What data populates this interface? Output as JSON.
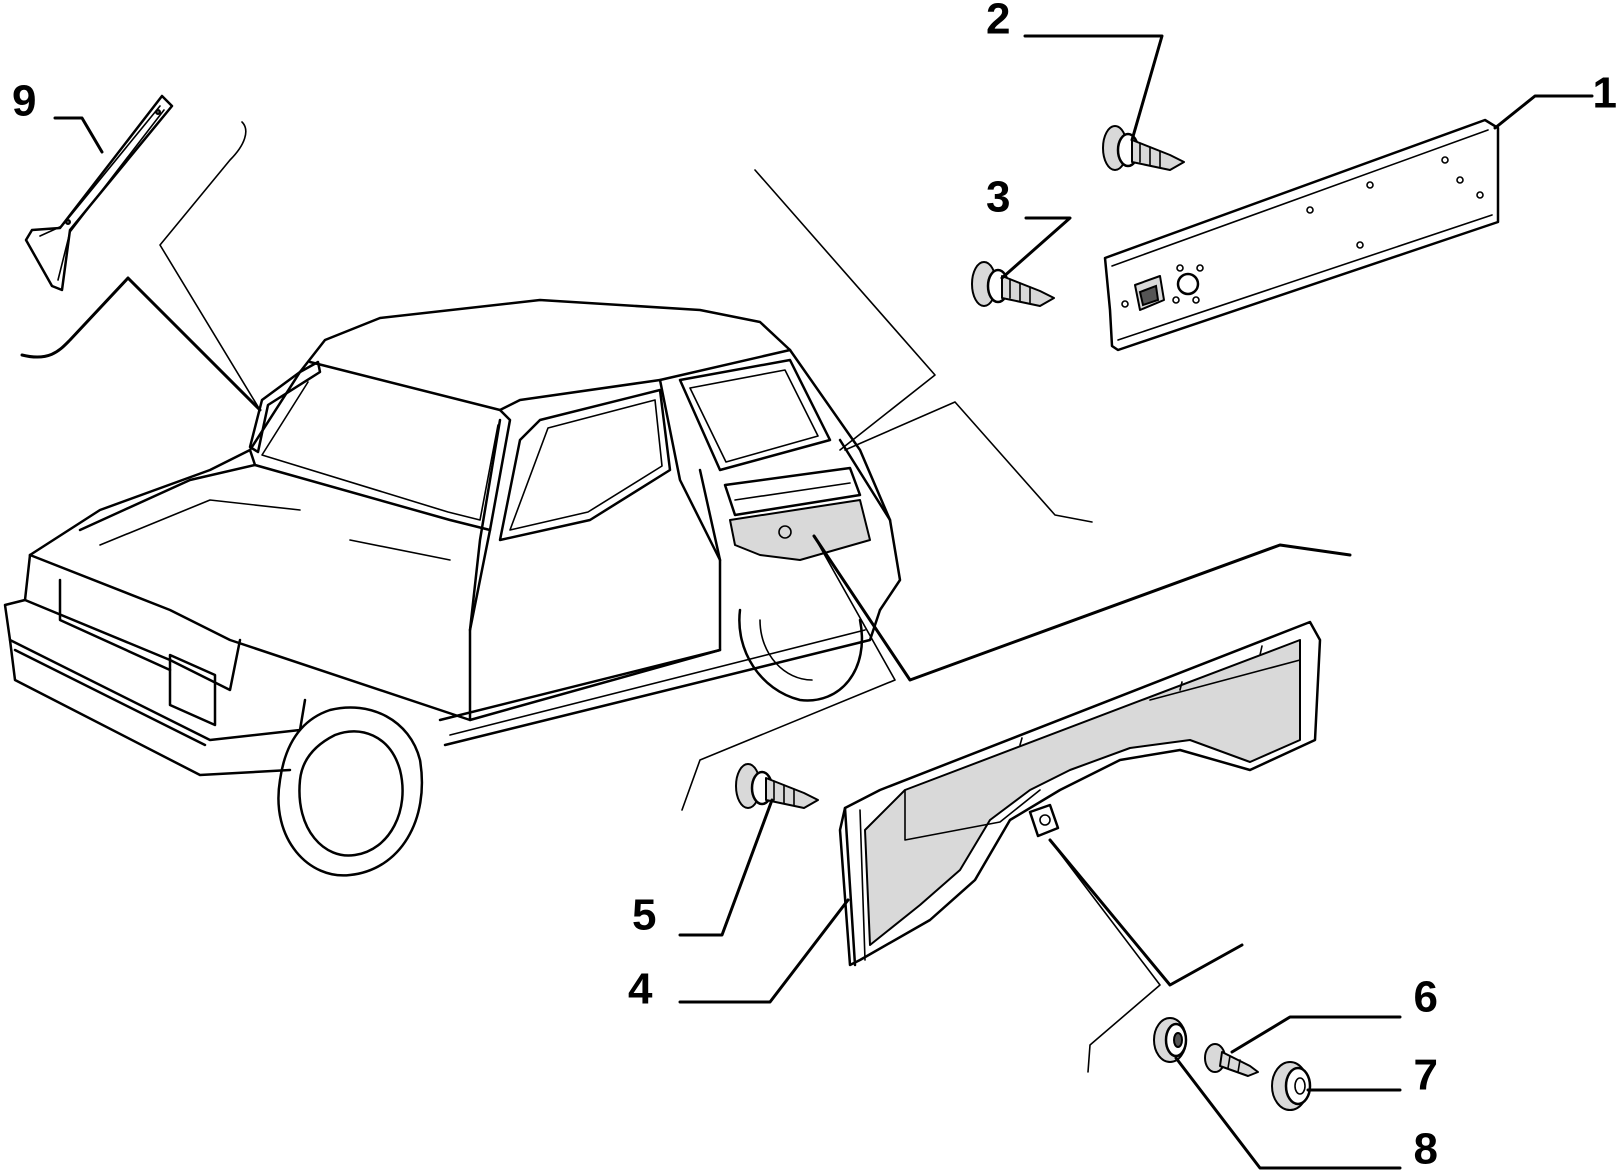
{
  "callouts": [
    {
      "id": "1",
      "label": "1"
    },
    {
      "id": "2",
      "label": "2"
    },
    {
      "id": "3",
      "label": "3"
    },
    {
      "id": "4",
      "label": "4"
    },
    {
      "id": "5",
      "label": "5"
    },
    {
      "id": "6",
      "label": "6"
    },
    {
      "id": "7",
      "label": "7"
    },
    {
      "id": "8",
      "label": "8"
    },
    {
      "id": "9",
      "label": "9"
    }
  ],
  "colors": {
    "ink": "#000000",
    "paper": "#ffffff",
    "shade": "#d9d9d9"
  }
}
